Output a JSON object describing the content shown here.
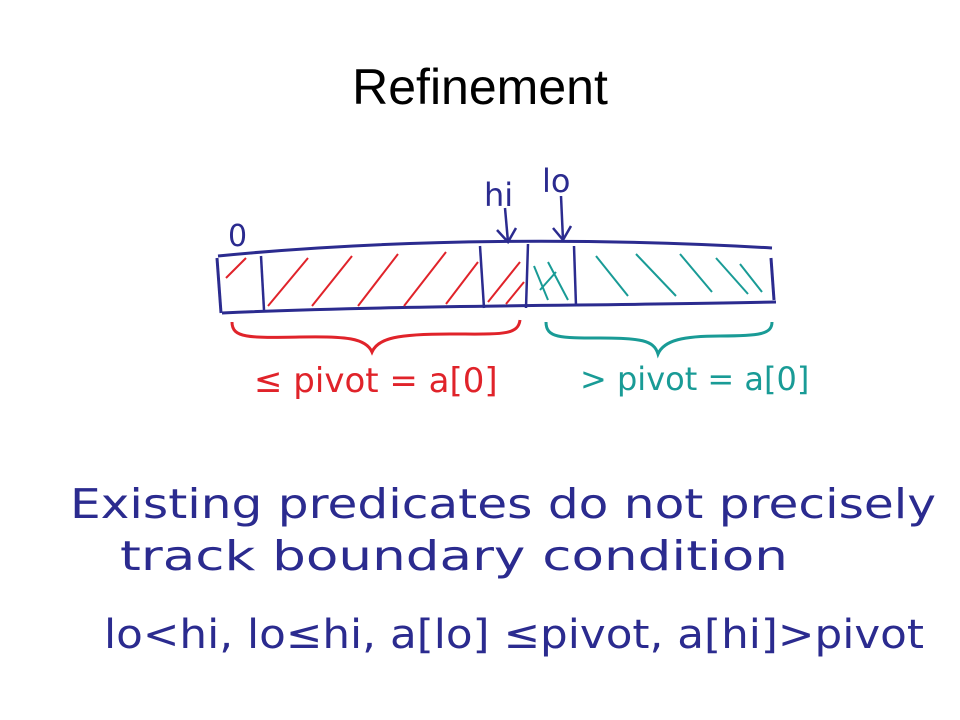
{
  "slide": {
    "title": "Refinement"
  },
  "diagram": {
    "index_zero": "0",
    "hi_label": "hi",
    "lo_label": "lo",
    "left_region_label": "≤ pivot = a[0]",
    "right_region_label": "> pivot = a[0]"
  },
  "notes": {
    "line1": "Existing predicates do not precisely",
    "line2": "track boundary condition",
    "predicates": "lo<hi, lo≤hi, a[lo] ≤pivot, a[hi]>pivot"
  },
  "colors": {
    "blue": "#2b2b8f",
    "red": "#e0232a",
    "teal": "#199b96"
  }
}
